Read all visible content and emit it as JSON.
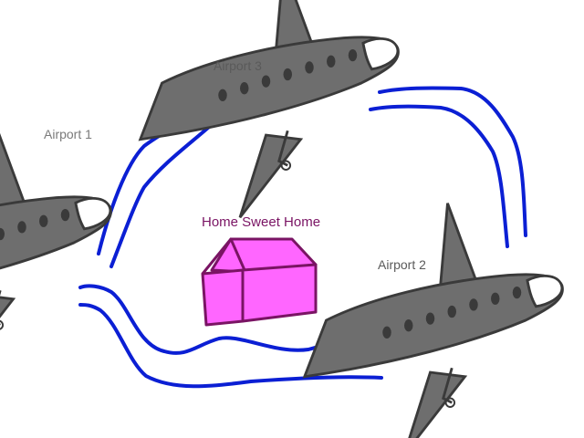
{
  "airports": [
    {
      "name": "Airport 1"
    },
    {
      "name": "Airport 2"
    },
    {
      "name": "Airport 3"
    }
  ],
  "home": {
    "label": "Home Sweet Home"
  },
  "icons": {
    "plane": "airplane-icon",
    "house": "house-icon"
  },
  "colors": {
    "background": "#ffffff",
    "route": "#0b1fd4",
    "plane_body": "#6e6e6e",
    "plane_outline": "#3a3a3a",
    "plane_window": "#3a3a3a",
    "house_fill": "#ff66ff",
    "house_outline": "#7a1464",
    "home_label": "#7a1464",
    "airport_label": "#7a7a7a"
  }
}
